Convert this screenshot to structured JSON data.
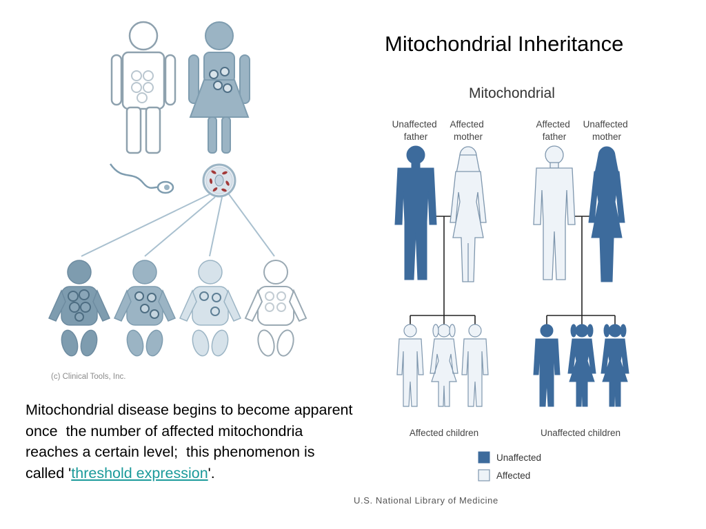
{
  "title": "Mitochondrial Inheritance",
  "left_figure": {
    "credit": "(c) Clinical Tools, Inc."
  },
  "right_figure": {
    "heading": "Mitochondrial",
    "left_family": {
      "father_label": [
        "Unaffected",
        "father"
      ],
      "mother_label": [
        "Affected",
        "mother"
      ],
      "children_label": "Affected children"
    },
    "right_family": {
      "father_label": [
        "Affected",
        "father"
      ],
      "mother_label": [
        "Unaffected",
        "mother"
      ],
      "children_label": "Unaffected children"
    },
    "legend": [
      {
        "label": "Unaffected",
        "color": "#3d6b9c"
      },
      {
        "label": "Affected",
        "color": "#eef3f8"
      }
    ],
    "credit": "U.S. National Library of Medicine"
  },
  "body_text": {
    "before": "Mitochondrial disease begins to become apparent once  the number of affected mitochondria reaches a certain level;  this phenomenon is called '",
    "link": "threshold expression",
    "after": "'."
  },
  "colors": {
    "dark_blue": "#3d6b9c",
    "light_fill": "#eef3f8",
    "outline": "#7e96ad",
    "gray_blue": "#7e9caf",
    "mid_blue": "#9bb4c4",
    "pale_blue": "#d2dee6",
    "link": "#1a9a9a"
  }
}
